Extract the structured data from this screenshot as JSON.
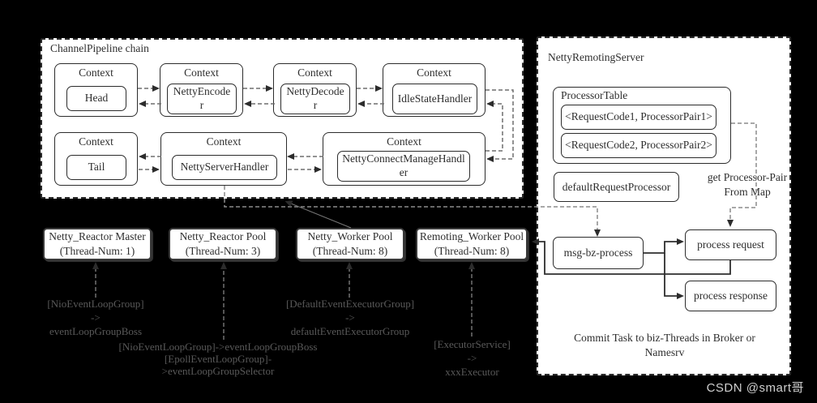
{
  "pipeline": {
    "title": "ChannelPipeline chain",
    "contexts": [
      {
        "label": "Context",
        "handler": "Head"
      },
      {
        "label": "Context",
        "handler": "NettyEncoder"
      },
      {
        "label": "Context",
        "handler": "NettyDecoder"
      },
      {
        "label": "Context",
        "handler": "IdleStateHandler"
      },
      {
        "label": "Context",
        "handler": "Tail"
      },
      {
        "label": "Context",
        "handler": "NettyServerHandler"
      },
      {
        "label": "Context",
        "handler": "NettyConnectManageHandler"
      }
    ]
  },
  "server": {
    "title": "NettyRemotingServer",
    "processor_table": {
      "title": "ProcessorTable",
      "entries": [
        "<RequestCode1, ProcessorPair1>",
        "<RequestCode2, ProcessorPair2>"
      ]
    },
    "default_request_processor": "defaultRequestProcessor",
    "get_processor_pair_label": "get Processor-Pair From Map",
    "msg_bz_process": "msg-bz-process",
    "process_request": "process request",
    "process_response": "process response",
    "commit_task_note": "Commit Task to biz-Threads in Broker or Namesrv"
  },
  "thread_pools": [
    {
      "name": "Netty_Reactor Master",
      "threads": "(Thread-Num: 1)"
    },
    {
      "name": "Netty_Reactor Pool",
      "threads": "(Thread-Num: 3)"
    },
    {
      "name": "Netty_Worker Pool",
      "threads": "(Thread-Num: 8)"
    },
    {
      "name": "Remoting_Worker Pool",
      "threads": "(Thread-Num: 8)"
    }
  ],
  "annotations": [
    {
      "lines": [
        "[NioEventLoopGroup]",
        "->",
        "eventLoopGroupBoss"
      ]
    },
    {
      "lines": [
        "[NioEventLoopGroup]->eventLoopGroupBoss",
        "[EpollEventLoopGroup]->eventLoopGroupSelector"
      ]
    },
    {
      "lines": [
        "[DefaultEventExecutorGroup]",
        "->",
        "defaultEventExecutorGroup"
      ]
    },
    {
      "lines": [
        "[ExecutorService]",
        "->",
        "xxxExecutor"
      ]
    }
  ],
  "watermark": "CSDN @smart哥",
  "colors": {
    "background": "#000000",
    "panel": "#ffffff",
    "line_dark": "#2e2e2e",
    "line_gray": "#8c8c8c",
    "annotation_text": "#595959"
  }
}
